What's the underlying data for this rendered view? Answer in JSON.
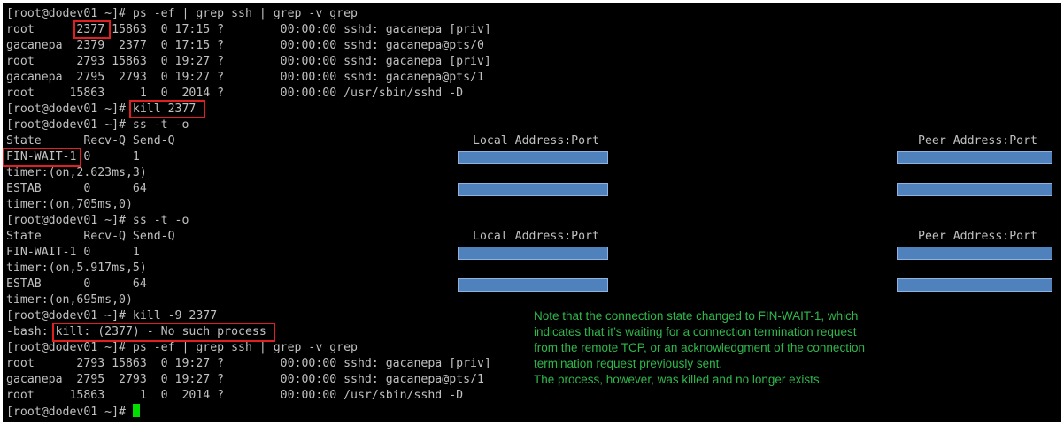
{
  "terminal": {
    "lines": [
      "[root@dodev01 ~]# ps -ef | grep ssh | grep -v grep",
      "root      2377 15863  0 17:15 ?        00:00:00 sshd: gacanepa [priv]",
      "gacanepa  2379  2377  0 17:15 ?        00:00:00 sshd: gacanepa@pts/0",
      "root      2793 15863  0 19:27 ?        00:00:00 sshd: gacanepa [priv]",
      "gacanepa  2795  2793  0 19:27 ?        00:00:00 sshd: gacanepa@pts/1",
      "root     15863     1  0  2014 ?        00:00:00 /usr/sbin/sshd -D",
      "[root@dodev01 ~]# kill 2377",
      "[root@dodev01 ~]# ss -t -o",
      "State      Recv-Q Send-Q",
      "FIN-WAIT-1 0      1",
      "timer:(on,2.623ms,3)",
      "ESTAB      0      64",
      "timer:(on,705ms,0)",
      "[root@dodev01 ~]# ss -t -o",
      "State      Recv-Q Send-Q",
      "FIN-WAIT-1 0      1",
      "timer:(on,5.917ms,5)",
      "ESTAB      0      64",
      "timer:(on,695ms,0)",
      "[root@dodev01 ~]# kill -9 2377",
      "-bash: kill: (2377) - No such process",
      "[root@dodev01 ~]# ps -ef | grep ssh | grep -v grep",
      "root      2793 15863  0 19:27 ?        00:00:00 sshd: gacanepa [priv]",
      "gacanepa  2795  2793  0 19:27 ?        00:00:00 sshd: gacanepa@pts/1",
      "root     15863     1  0  2014 ?        00:00:00 /usr/sbin/sshd -D",
      "[root@dodev01 ~]# "
    ],
    "local_address_header": "Local Address:Port",
    "peer_address_header": "Peer Address:Port"
  },
  "note": {
    "lines": [
      "Note that the connection state changed to FIN-WAIT-1, which",
      "indicates that it’s waiting for a connection termination request",
      "from the remote TCP, or an acknowledgment of the connection",
      "termination request previously sent.",
      "The process, however, was killed and no longer exists."
    ]
  },
  "colors": {
    "background": "#000000",
    "text": "#c0c0c0",
    "highlight": "#e02020",
    "redaction": "#4f81bd",
    "note": "#2fb84a",
    "cursor": "#00e000"
  }
}
